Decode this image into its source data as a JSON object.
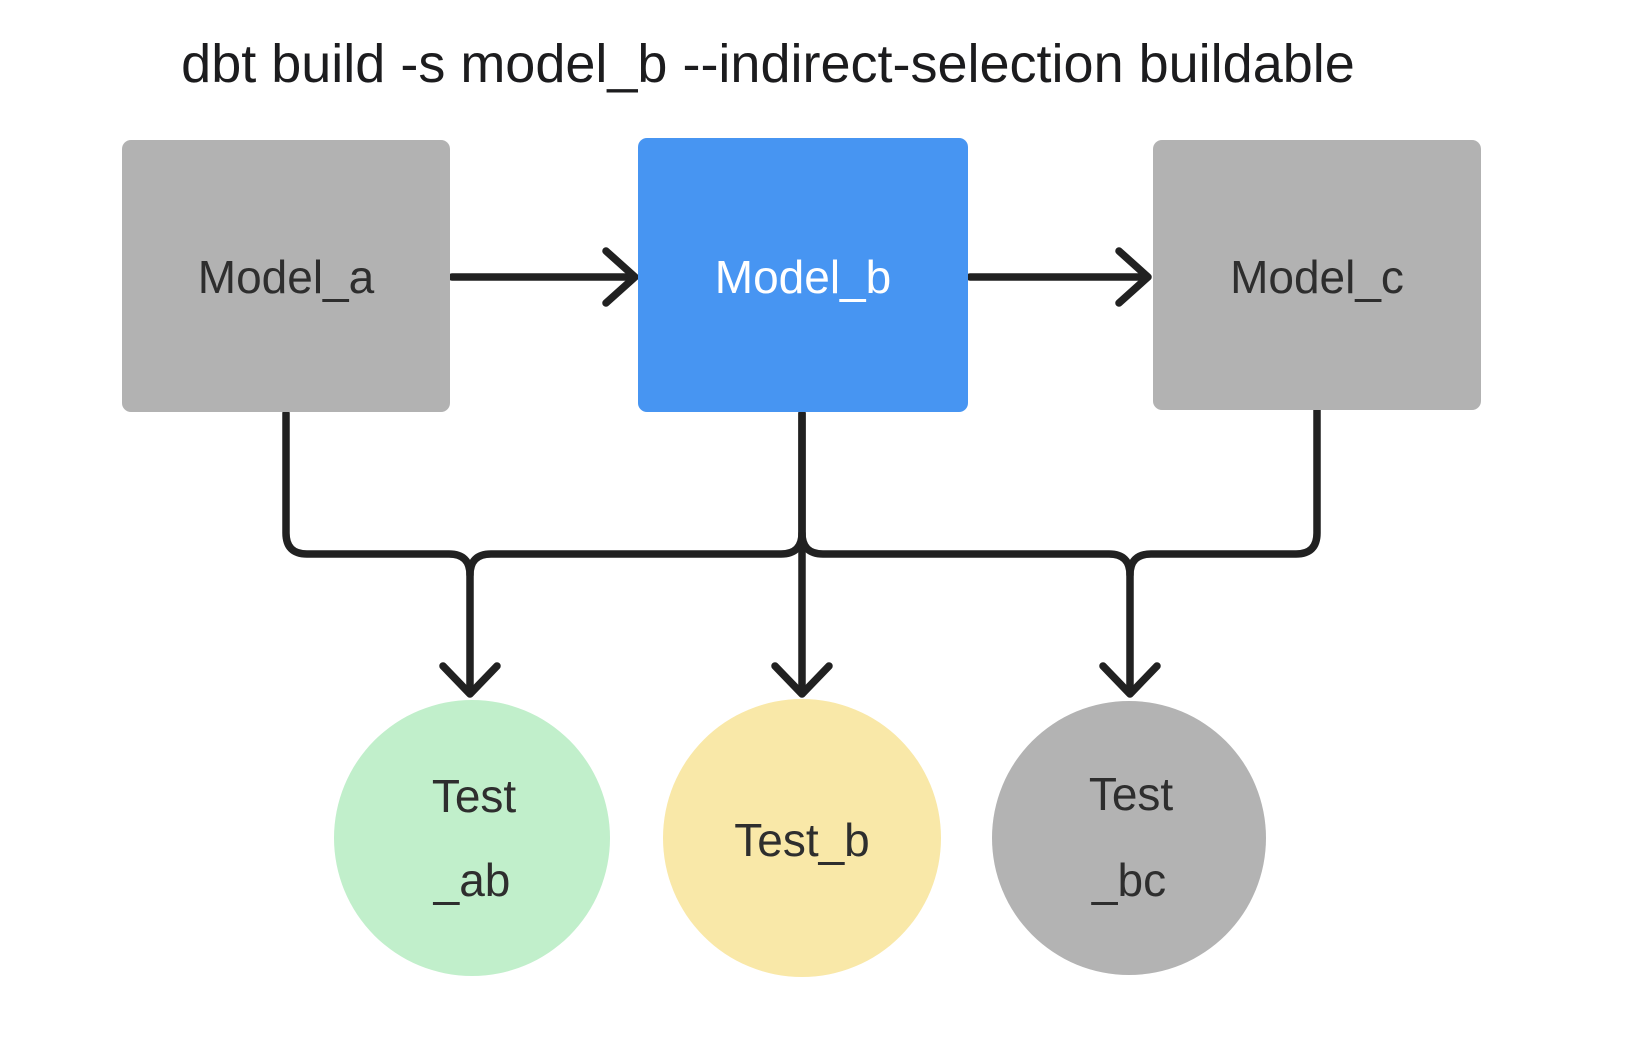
{
  "title": "dbt build -s model_b --indirect-selection buildable",
  "colors": {
    "background": "#ffffff",
    "edge": "#212121",
    "title_color": "#1c1c1e",
    "model_gray": "#b2b2b2",
    "model_selected_blue": "#4795f2",
    "test_green": "#c1efcb",
    "test_yellow": "#f9e8a8",
    "test_gray": "#b3b3b3",
    "text_dark": "#2e2e2e",
    "text_light": "#ffffff"
  },
  "nodes": {
    "model_a": {
      "label": "Model_a",
      "fill": "#b2b2b2",
      "text": "#2e2e2e"
    },
    "model_b": {
      "label": "Model_b",
      "fill": "#4795f2",
      "text": "#ffffff"
    },
    "model_c": {
      "label": "Model_c",
      "fill": "#b2b2b2",
      "text": "#2e2e2e"
    },
    "test_ab": {
      "label_line1": "Test",
      "label_line2": "_ab",
      "fill": "#c1efcb",
      "text": "#2e2e2e"
    },
    "test_b": {
      "label_line1": "Test_b",
      "fill": "#f9e8a8",
      "text": "#2e2e2e"
    },
    "test_bc": {
      "label_line1": "Test",
      "label_line2": "_bc",
      "fill": "#b3b3b3",
      "text": "#2e2e2e"
    }
  }
}
